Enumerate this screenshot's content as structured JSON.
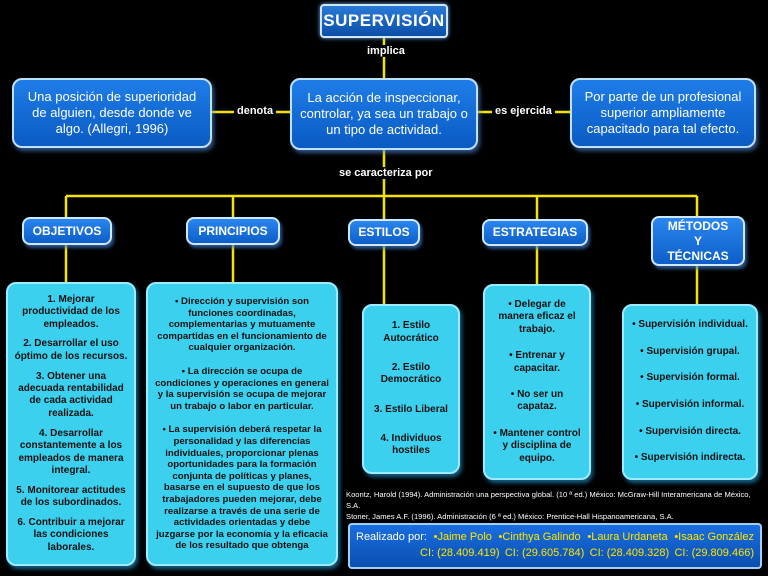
{
  "title": "SUPERVISIÓN",
  "links": {
    "implica": "implica",
    "denota": "denota",
    "es_ejercida": "es ejercida",
    "se_caracteriza": "se caracteriza por"
  },
  "center_box": "La acción de inspeccionar, controlar, ya sea un trabajo o un tipo de actividad.",
  "left_box": "Una posición de superioridad de alguien, desde donde ve algo. (Allegri, 1996)",
  "right_box": "Por parte de un profesional superior ampliamente capacitado para tal efecto.",
  "categories": {
    "objetivos": "OBJETIVOS",
    "principios": "PRINCIPIOS",
    "estilos": "ESTILOS",
    "estrategias": "ESTRATEGIAS",
    "metodos": "MÉTODOS Y TÉCNICAS"
  },
  "objetivos": [
    "1. Mejorar productividad de los empleados.",
    "2. Desarrollar el uso óptimo de los recursos.",
    "3. Obtener una adecuada rentabilidad de cada actividad realizada.",
    "4. Desarrollar constantemente a los empleados de manera integral.",
    "5. Monitorear actitudes de los subordinados.",
    "6. Contribuir a mejorar las condiciones laborales."
  ],
  "principios": [
    "• Dirección y supervisión son funciones coordinadas, complementarias y mutuamente compartidas en el funcionamiento de cualquier organización.",
    "• La dirección se ocupa de condiciones y operaciones en general y la supervisión se ocupa de mejorar un trabajo o labor en particular.",
    "• La supervisión deberá respetar la personalidad y las diferencias individuales, proporcionar plenas oportunidades para la formación conjunta de políticas y planes, basarse en el supuesto de que los trabajadores pueden mejorar, debe realizarse a través de una serie de actividades orientadas y debe juzgarse por la economía y la eficacia de los resultado que obtenga"
  ],
  "estilos": [
    "1. Estilo Autocrático",
    "2. Estilo Democrático",
    "3. Estilo Liberal",
    "4. Individuos hostiles"
  ],
  "estrategias": [
    "• Delegar de manera eficaz el trabajo.",
    "• Entrenar y capacitar.",
    "• No ser un capataz.",
    "• Mantener control y disciplina de equipo."
  ],
  "metodos": [
    "• Supervisión individual.",
    "• Supervisión grupal.",
    "• Supervisión formal.",
    "• Supervisión informal.",
    "• Supervisión directa.",
    "• Supervisión indirecta."
  ],
  "references": [
    "Koontz, Harold (1994). Administración una perspectiva global. (10 ª ed.) México: McGraw-Hill Interamericana de México, S.A.",
    "Stoner, James A.F. (1996). Administración (6 ª ed.) México: Prentice-Hall Hispanoamericana, S.A."
  ],
  "credits": {
    "prefix": "Realizado por:",
    "names": [
      "•Jaime Polo",
      "•Cinthya Galindo",
      "•Laura Urdaneta",
      "•Isaac González"
    ],
    "ids": [
      "CI: (28.409.419)",
      "CI: (29.605.784)",
      "CI: (28.409.328)",
      "CI: (29.809.466)"
    ]
  },
  "colors": {
    "connector": "#f5e400",
    "box_blue": "#0a5bc4",
    "box_cyan": "#3ad0ee",
    "credit_names": "#ffe600"
  }
}
